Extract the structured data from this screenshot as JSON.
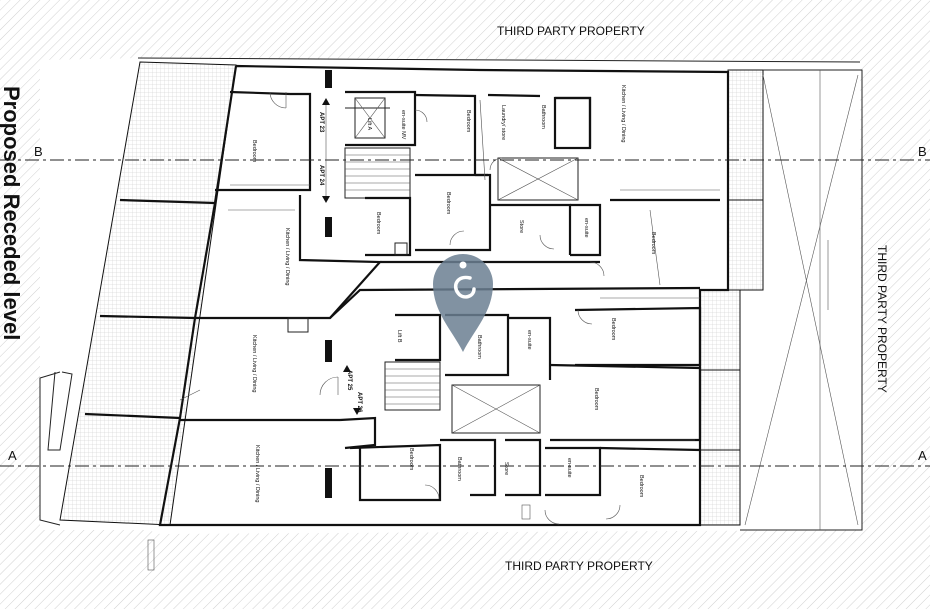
{
  "title": "Proposed Receded level",
  "third_party_top": "THIRD PARTY PROPERTY",
  "third_party_bottom": "THIRD PARTY PROPERTY",
  "third_party_right": "THIRD PARTY PROPERTY",
  "grid_lines": {
    "b_left": "B",
    "b_right": "B",
    "a_left": "A",
    "a_right": "A"
  },
  "rooms": {
    "bedroom": "Bedroom",
    "bathroom": "Bathroom",
    "kitchen": "Kitchen / Living / Dining",
    "ensuite": "en-suite",
    "ensuite_mv": "en-suite MV",
    "store": "Store",
    "laundry": "Laundry/ store",
    "lift_a": "Lift A",
    "lift_b": "Lift B"
  },
  "apartments": {
    "apt23": "APT 23",
    "apt24": "APT 24",
    "apt25": "APT 25",
    "apt26": "APT 26"
  },
  "marker": {
    "color": "#6b7f92",
    "icon": "location-pin-icon"
  }
}
